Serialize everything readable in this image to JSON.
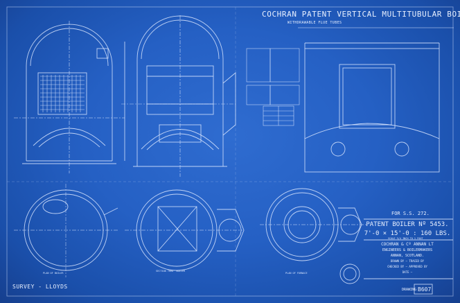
{
  "title": "COCHRAN PATENT VERTICAL MULTITUBULAR BOILER",
  "subtitle": "WITHDRAWABLE FLUE TUBES",
  "figure_ref": "FOR S.S. 272.",
  "title_block": {
    "boiler_no": "PATENT BOILER Nº 5453.",
    "dimensions": "7'-0 × 15'-0 : 160 LBS.",
    "maker": "COCHRAN & Cº ANNAN LT",
    "maker_sub": "ENGINEERS & BOILERMAKERS",
    "place": "ANNAN, SCOTLAND.",
    "line6": "DRAWN BY — TRACED BY",
    "line7": "CHECKED BY — APPROVED BY",
    "line8": "DATE —"
  },
  "scale_note": "SCALE 3/4 INCH TO 1 FOOT",
  "survey": "SURVEY - LLOYDS",
  "drawing_label": "DRAWING",
  "drawing_no": "B607",
  "captions": {
    "plan_boiler": "PLAN OF BOILER",
    "section_boiler": "SECTION THRO' BOILER",
    "plan_furnace": "PLAN OF FURNACE"
  },
  "colors": {
    "paper": "#2560c4",
    "line": "#e8f0ff"
  }
}
